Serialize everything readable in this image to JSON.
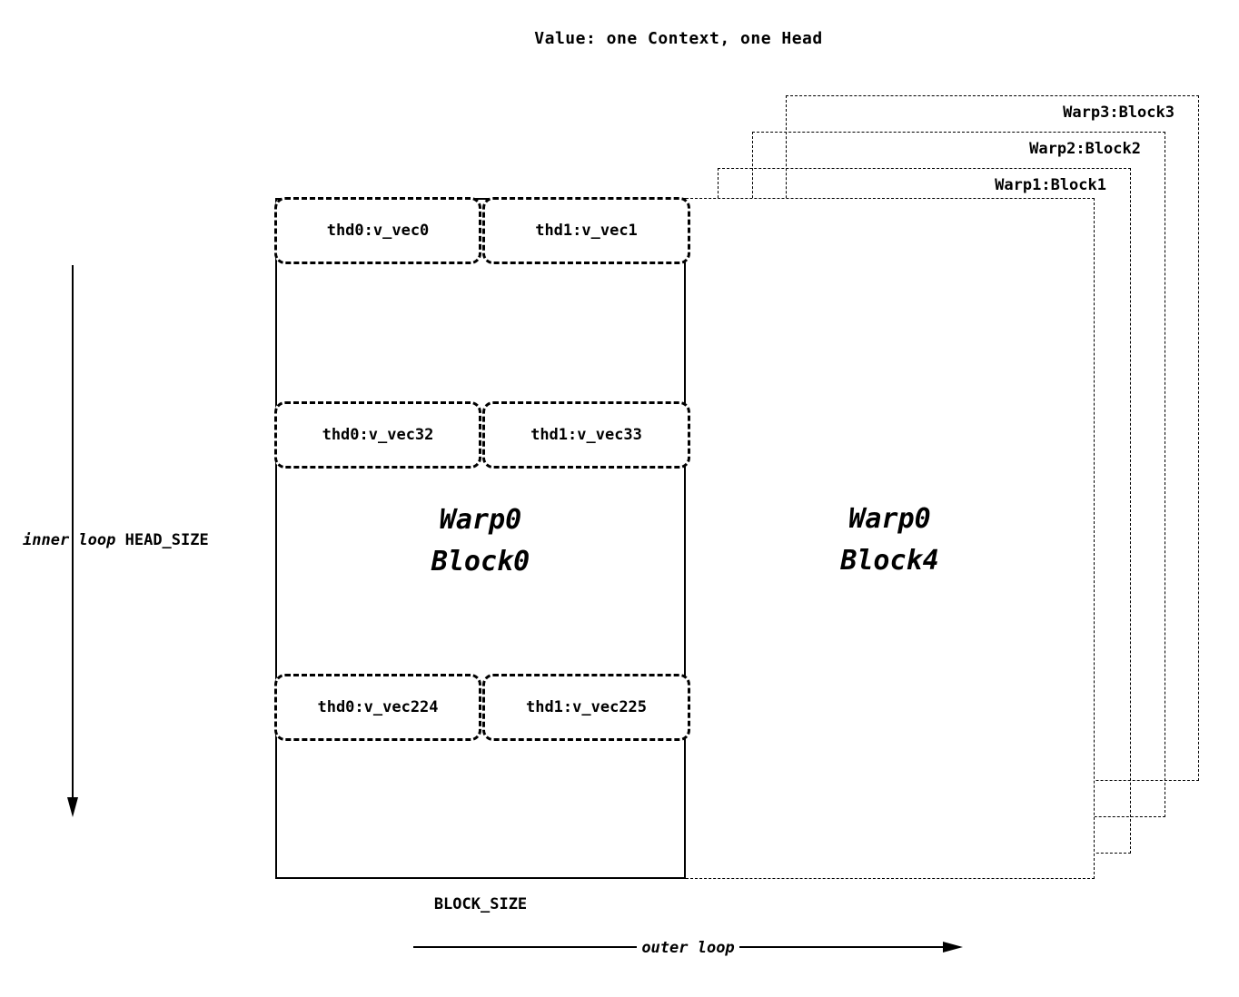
{
  "title": "Value: one Context, one Head",
  "background_blocks": [
    {
      "label": "Warp3:Block3"
    },
    {
      "label": "Warp2:Block2"
    },
    {
      "label": "Warp1:Block1"
    }
  ],
  "main_block": {
    "label_line1": "Warp0",
    "label_line2": "Block0",
    "vec_rows": [
      {
        "cells": [
          "thd0:v_vec0",
          "thd1:v_vec1"
        ]
      },
      {
        "cells": [
          "thd0:v_vec32",
          "thd1:v_vec33"
        ]
      },
      {
        "cells": [
          "thd0:v_vec224",
          "thd1:v_vec225"
        ]
      }
    ]
  },
  "side_block": {
    "label_line1": "Warp0",
    "label_line2": "Block4"
  },
  "annotations": {
    "inner_loop": "inner loop",
    "head_size": "HEAD_SIZE",
    "block_size": "BLOCK_SIZE",
    "outer_loop": "outer loop"
  }
}
